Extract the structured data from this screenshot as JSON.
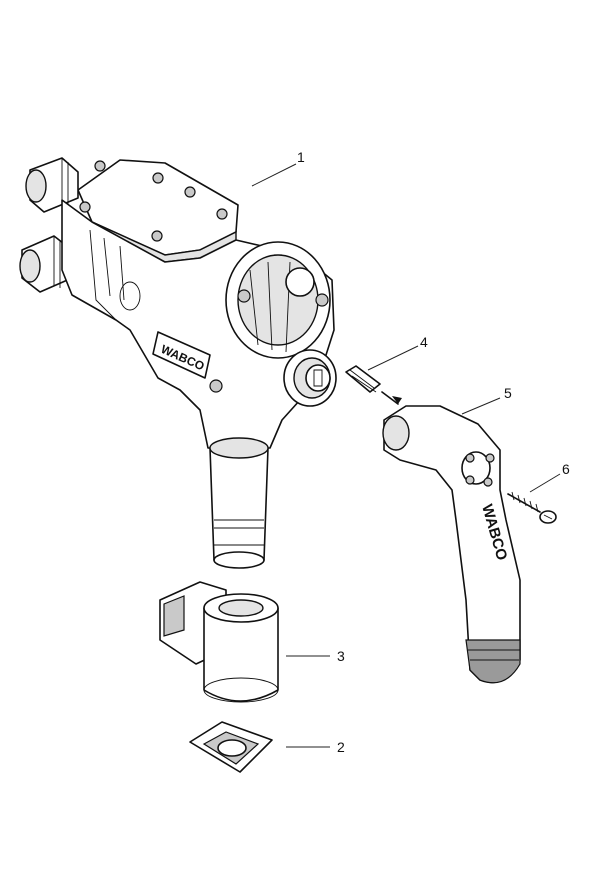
{
  "diagram": {
    "callouts": [
      "1",
      "2",
      "3",
      "4",
      "5",
      "6"
    ],
    "brand_text": "WABCO",
    "colors": {
      "line": "#111111",
      "background": "#ffffff",
      "light_shade": "#e4e4e4",
      "mid_shade": "#c9c9c9",
      "dark_shade": "#9a9a9a"
    }
  }
}
